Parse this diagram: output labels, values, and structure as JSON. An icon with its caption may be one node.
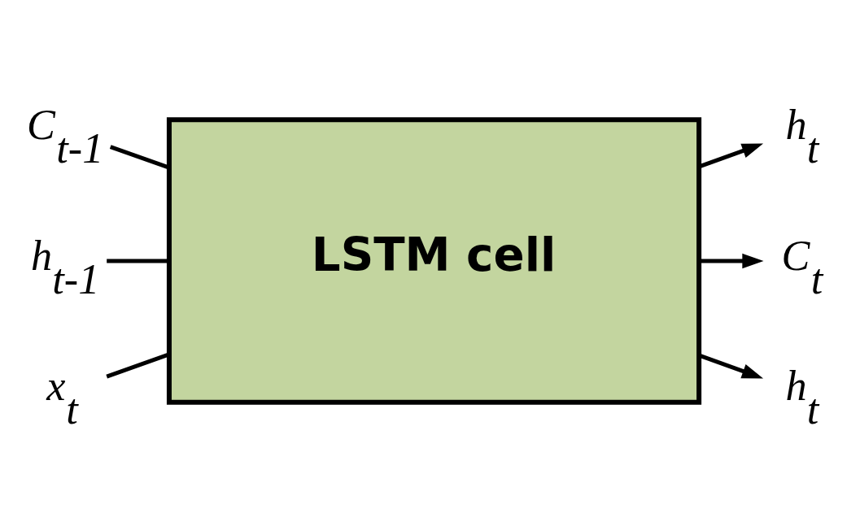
{
  "diagram": {
    "nodes": [
      {
        "text": [
          "LSTM cell"
        ]
      },
      {
        "text": [
          "C$_{t-1}$"
        ]
      },
      {
        "text": [
          "h$_{t-1}$"
        ]
      },
      {
        "text": [
          "x$_{t}$"
        ]
      },
      {
        "text": [
          "h$_{t}$"
        ]
      },
      {
        "text": [
          "C$_{t}$"
        ]
      },
      {
        "text": [
          "h$_{t}$"
        ]
      }
    ],
    "edges": [
      {
        "from": 1,
        "to": 0,
        "arrow": "none"
      },
      {
        "from": 2,
        "to": 0,
        "arrow": "none"
      },
      {
        "from": 3,
        "to": 0,
        "arrow": "none"
      },
      {
        "from": 0,
        "to": 4,
        "arrow": "to"
      },
      {
        "from": 0,
        "to": 5,
        "arrow": "to"
      },
      {
        "from": 0,
        "to": 6,
        "arrow": "to"
      }
    ]
  }
}
